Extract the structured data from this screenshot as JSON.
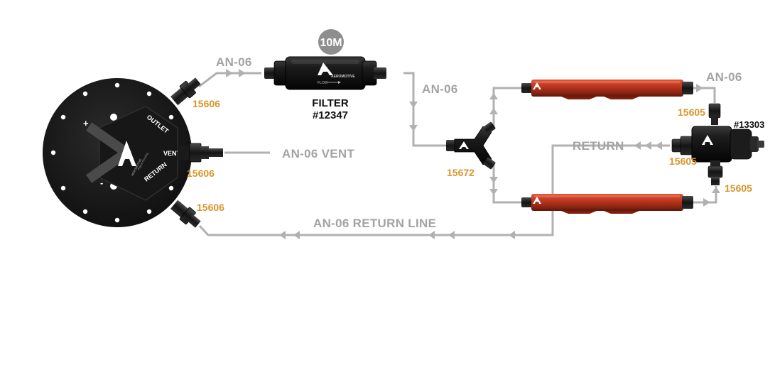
{
  "labels": {
    "an06_top": "AN-06",
    "an06_mid": "AN-06",
    "an06_right": "AN-06",
    "vent": "AN-06 VENT",
    "return": "RETURN",
    "return_line": "AN-06 RETURN LINE",
    "filter_title": "FILTER",
    "filter_num": "#12347",
    "badge": "10M",
    "regulator_num": "#13303"
  },
  "parts": {
    "outlet_fitting": "15606",
    "vent_fitting": "15606",
    "return_fitting": "15606",
    "y_block": "15672",
    "rail_top_fitting": "15605",
    "reg_return_fitting": "15605",
    "rail_bottom_fitting": "15605"
  },
  "tank": {
    "outlet": "OUTLET",
    "vent": "VENT",
    "return": "RETURN",
    "plus": "+",
    "minus": "-"
  },
  "filter": {
    "flow": "FLOW"
  },
  "colors": {
    "line": "#b1b1b1",
    "label_gray": "#a3a3a3",
    "part_orange": "#d9952b",
    "rail_red": "#b8331c",
    "anodized_black": "#141414"
  }
}
